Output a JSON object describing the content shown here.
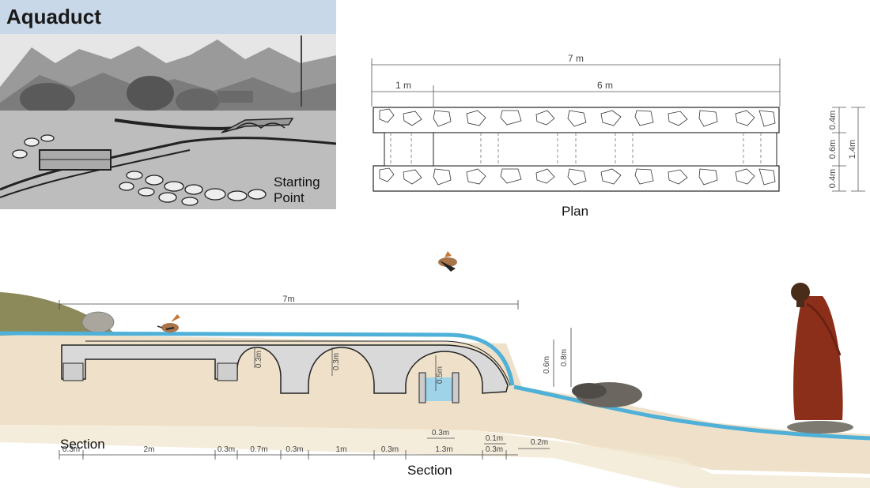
{
  "title": "Aquaduct",
  "photo": {
    "caption_line1": "Starting",
    "caption_line2": "Point"
  },
  "plan": {
    "label": "Plan",
    "dim_total": "7 m",
    "dim_left": "1 m",
    "dim_right": "6 m",
    "dim_side_a": "0.4m",
    "dim_side_b": "0.6m",
    "dim_side_c": "0.4m",
    "dim_side_total": "1.4m"
  },
  "section": {
    "label": "Section",
    "label_bottom": "Section",
    "dim_top": "7m",
    "dim_arch_h1": "0.3m",
    "dim_arch_h2": "0.5m",
    "dim_wall_h": "0.6m",
    "dim_wall_h2": "0.8m",
    "bottom_dims": [
      "0.3m",
      "2m",
      "0.3m",
      "0.7m",
      "0.3m",
      "1m",
      "0.3m",
      "1.3m",
      "0.3m"
    ],
    "upper_dims": [
      "0.3m",
      "0.1m",
      "0.2m"
    ]
  },
  "colors": {
    "water": "#4fb0d8",
    "stone": "#d9d9d9",
    "robe": "#8b2f1a",
    "soil": "#e8d7b8"
  }
}
